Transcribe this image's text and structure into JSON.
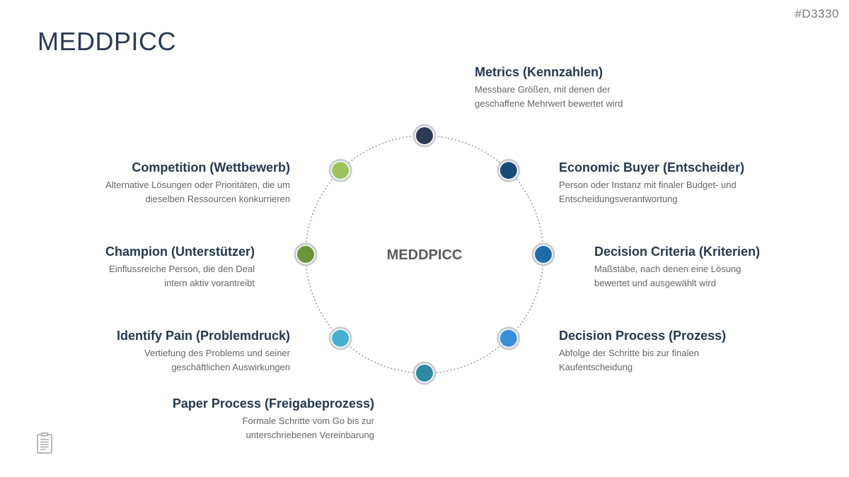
{
  "slide": {
    "id": "#D3330",
    "title": "MEDDPICC"
  },
  "diagram": {
    "center_label": "MEDDPICC",
    "ring_color": "#9a9a9a",
    "items": [
      {
        "key": "metrics",
        "title": "Metrics (Kennzahlen)",
        "description": "Messbare Größen, mit denen der geschaffene Mehrwert bewertet wird",
        "color": "#2b3a55"
      },
      {
        "key": "economic-buyer",
        "title": "Economic Buyer (Entscheider)",
        "description": "Person oder Instanz mit finaler Budget- und Entscheidungsverantwortung",
        "color": "#1b4a77"
      },
      {
        "key": "decision-criteria",
        "title": "Decision Criteria (Kriterien)",
        "description": "Maßstäbe, nach denen eine Lösung bewertet und ausgewählt wird",
        "color": "#1f6aaa"
      },
      {
        "key": "decision-process",
        "title": "Decision Process (Prozess)",
        "description": "Abfolge der Schritte bis zur finalen Kaufentscheidung",
        "color": "#3a8fdb"
      },
      {
        "key": "paper-process",
        "title": "Paper Process (Freigabeprozess)",
        "description": "Formale Schritte vom Go bis zur unterschriebenen Vereinbarung",
        "color": "#2e8aa4"
      },
      {
        "key": "identify-pain",
        "title": "Identify Pain (Problemdruck)",
        "description": "Vertiefung des Problems und seiner geschäftlichen Auswirkungen",
        "color": "#46afcf"
      },
      {
        "key": "champion",
        "title": "Champion (Unterstützer)",
        "description": "Einflussreiche Person, die den Deal intern aktiv vorantreibt",
        "color": "#6e9338"
      },
      {
        "key": "competition",
        "title": "Competition (Wettbewerb)",
        "description": "Alternative Lösungen oder Prioritäten, die um dieselben Ressourcen konkurrieren",
        "color": "#9cc35e"
      }
    ]
  },
  "icons": {
    "footer": "clipboard-icon"
  }
}
